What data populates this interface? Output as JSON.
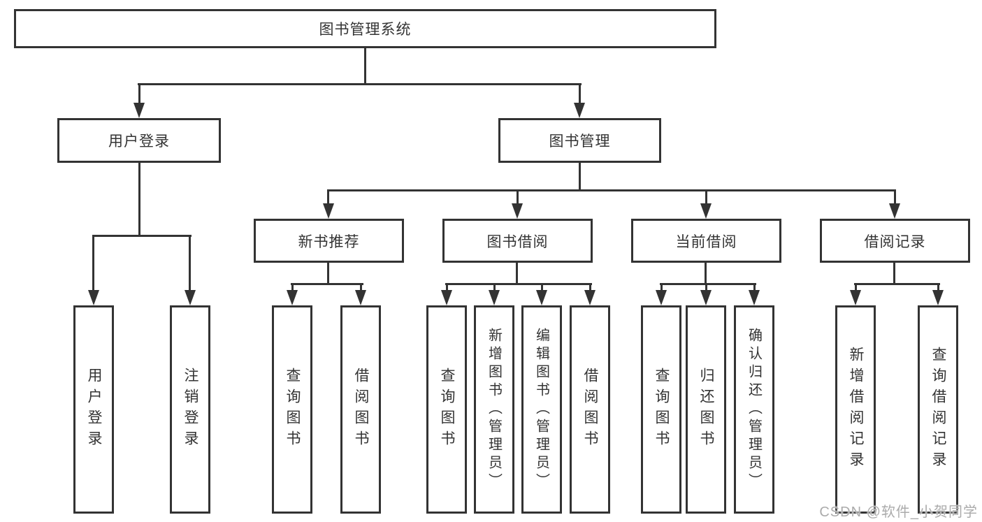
{
  "diagram": {
    "tree": {
      "label": "图书管理系统",
      "children": [
        {
          "label": "用户登录",
          "children": [
            {
              "label": "用户登录"
            },
            {
              "label": "注销登录"
            }
          ]
        },
        {
          "label": "图书管理",
          "children": [
            {
              "label": "新书推荐",
              "children": [
                {
                  "label": "查询图书"
                },
                {
                  "label": "借阅图书"
                }
              ]
            },
            {
              "label": "图书借阅",
              "children": [
                {
                  "label": "查询图书"
                },
                {
                  "label": "新增图书（管理员）"
                },
                {
                  "label": "编辑图书（管理员）"
                },
                {
                  "label": "借阅图书"
                }
              ]
            },
            {
              "label": "当前借阅",
              "children": [
                {
                  "label": "查询图书"
                },
                {
                  "label": "归还图书"
                },
                {
                  "label": "确认归还（管理员）"
                }
              ]
            },
            {
              "label": "借阅记录",
              "children": [
                {
                  "label": "新增借阅记录"
                },
                {
                  "label": "查询借阅记录"
                }
              ]
            }
          ]
        }
      ]
    },
    "watermark": "CSDN @软件_小贺同学",
    "colors": {
      "line": "#333333",
      "text": "#333333",
      "background": "#ffffff",
      "watermark": "#ababab"
    }
  }
}
